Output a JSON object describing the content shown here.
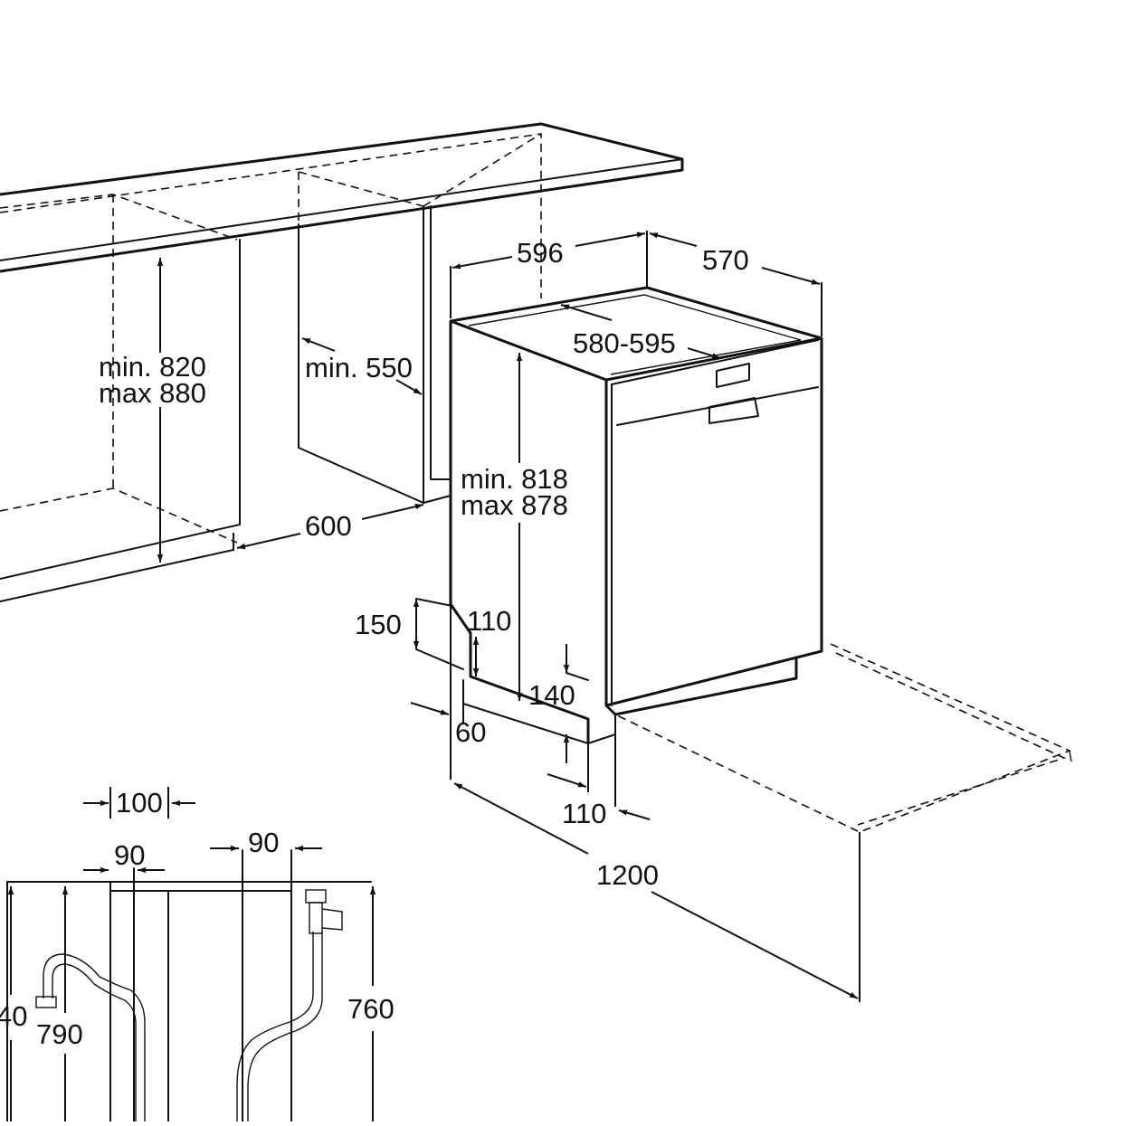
{
  "labels": {
    "cabinet_height_min": "min. 820",
    "cabinet_height_max": "max 880",
    "niche_depth_min": "min. 550",
    "niche_width": "600",
    "appliance_width": "596",
    "appliance_depth": "570",
    "worktop_depth_range": "580-595",
    "appliance_height_min": "min. 818",
    "appliance_height_max": "max 878",
    "plinth_150": "150",
    "plinth_110_top": "110",
    "plinth_140": "140",
    "plinth_60": "60",
    "plinth_110_bottom": "110",
    "door_opening": "1200",
    "side_100": "100",
    "side_90_left": "90",
    "side_90_right": "90",
    "height_840_partial": "40",
    "height_790": "790",
    "height_760": "760"
  }
}
